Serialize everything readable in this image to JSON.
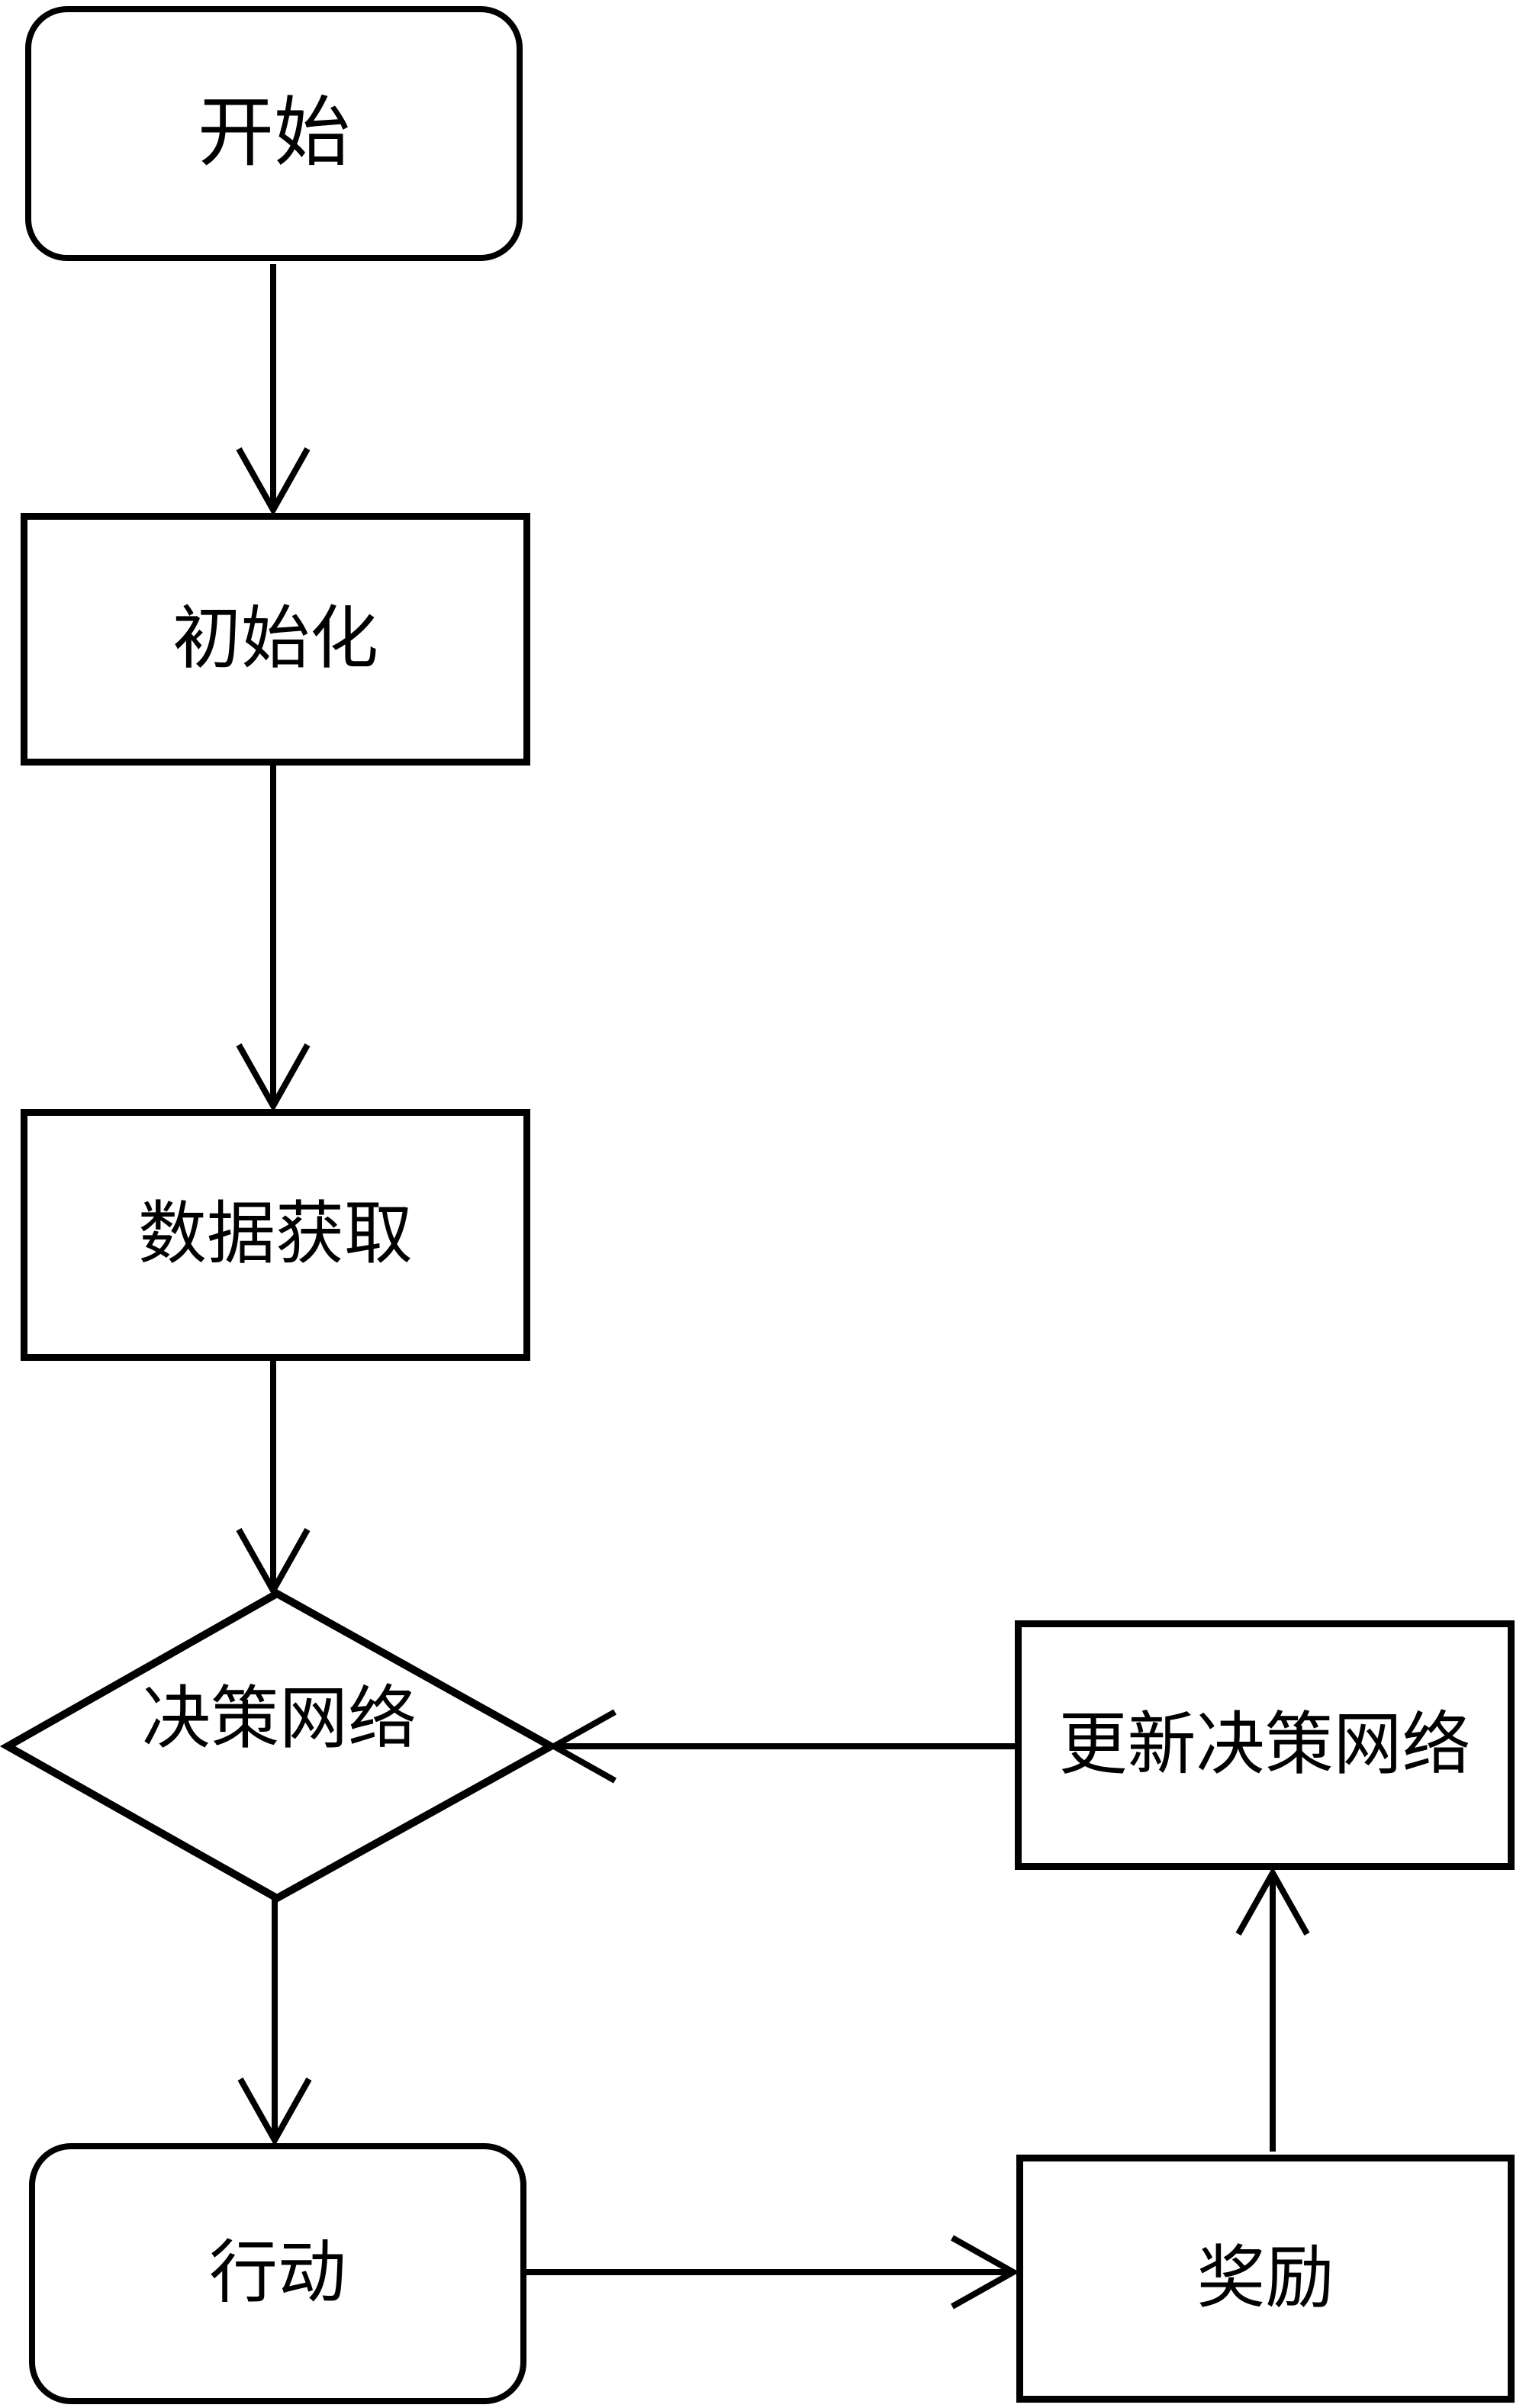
{
  "diagram": {
    "type": "flowchart",
    "colors": {
      "stroke": "#000000",
      "text": "#000000",
      "background": "#ffffff"
    },
    "nodes": {
      "start": {
        "label": "开始",
        "shape": "rounded-rect"
      },
      "init": {
        "label": "初始化",
        "shape": "rect"
      },
      "data_acquisition": {
        "label": "数据获取",
        "shape": "rect"
      },
      "decision_network": {
        "label": "决策网络",
        "shape": "diamond"
      },
      "update_decision_network": {
        "label": "更新决策网络",
        "shape": "rect"
      },
      "action": {
        "label": "行动",
        "shape": "rounded-rect"
      },
      "reward": {
        "label": "奖励",
        "shape": "rect"
      }
    },
    "edges": [
      {
        "from": "start",
        "to": "init",
        "direction": "down"
      },
      {
        "from": "init",
        "to": "data_acquisition",
        "direction": "down"
      },
      {
        "from": "data_acquisition",
        "to": "decision_network",
        "direction": "down"
      },
      {
        "from": "decision_network",
        "to": "action",
        "direction": "down"
      },
      {
        "from": "action",
        "to": "reward",
        "direction": "right"
      },
      {
        "from": "reward",
        "to": "update_decision_network",
        "direction": "up"
      },
      {
        "from": "update_decision_network",
        "to": "decision_network",
        "direction": "left"
      }
    ]
  }
}
